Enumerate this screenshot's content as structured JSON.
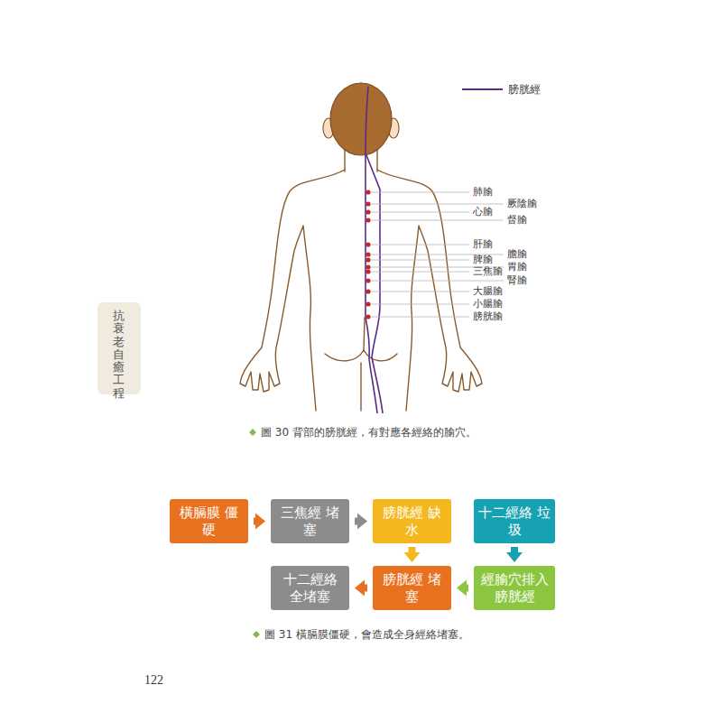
{
  "diagram": {
    "caption": "圖 31 橫膈膜僵硬，會造成全身經絡堵塞。",
    "nodes": [
      {
        "text": [
          "橫膈膜 僵硬"
        ]
      },
      {
        "text": [
          "三焦經 堵塞"
        ]
      },
      {
        "text": [
          "膀胱經 缺水"
        ]
      },
      {
        "text": [
          "十二經絡 垃圾"
        ]
      },
      {
        "text": [
          "十二經絡 全堵塞"
        ]
      },
      {
        "text": [
          "膀胱經 堵塞"
        ]
      },
      {
        "text": [
          "經腧穴排入 膀胱經"
        ]
      }
    ],
    "edges": [
      {
        "from": 0,
        "to": 1,
        "arrow": "to"
      },
      {
        "from": 1,
        "to": 2,
        "arrow": "to"
      },
      {
        "from": 2,
        "to": 5,
        "arrow": "to"
      },
      {
        "from": 3,
        "to": 6,
        "arrow": "to"
      },
      {
        "from": 6,
        "to": 5,
        "arrow": "to"
      },
      {
        "from": 5,
        "to": 4,
        "arrow": "to"
      }
    ],
    "labels": [
      "肺腧",
      "厥陰腧",
      "心腧",
      "督腧",
      "肝腧",
      "膽腧",
      "脾腧",
      "胃腧",
      "三焦腧",
      "腎腧",
      "大腸腧",
      "小腸腧",
      "膀胱腧",
      "圖 30 背部的膀胱經，有對應各經絡的腧穴。",
      "抗衰老自癒工程",
      "122"
    ],
    "legend": [
      {
        "text": "膀胱經"
      }
    ]
  }
}
